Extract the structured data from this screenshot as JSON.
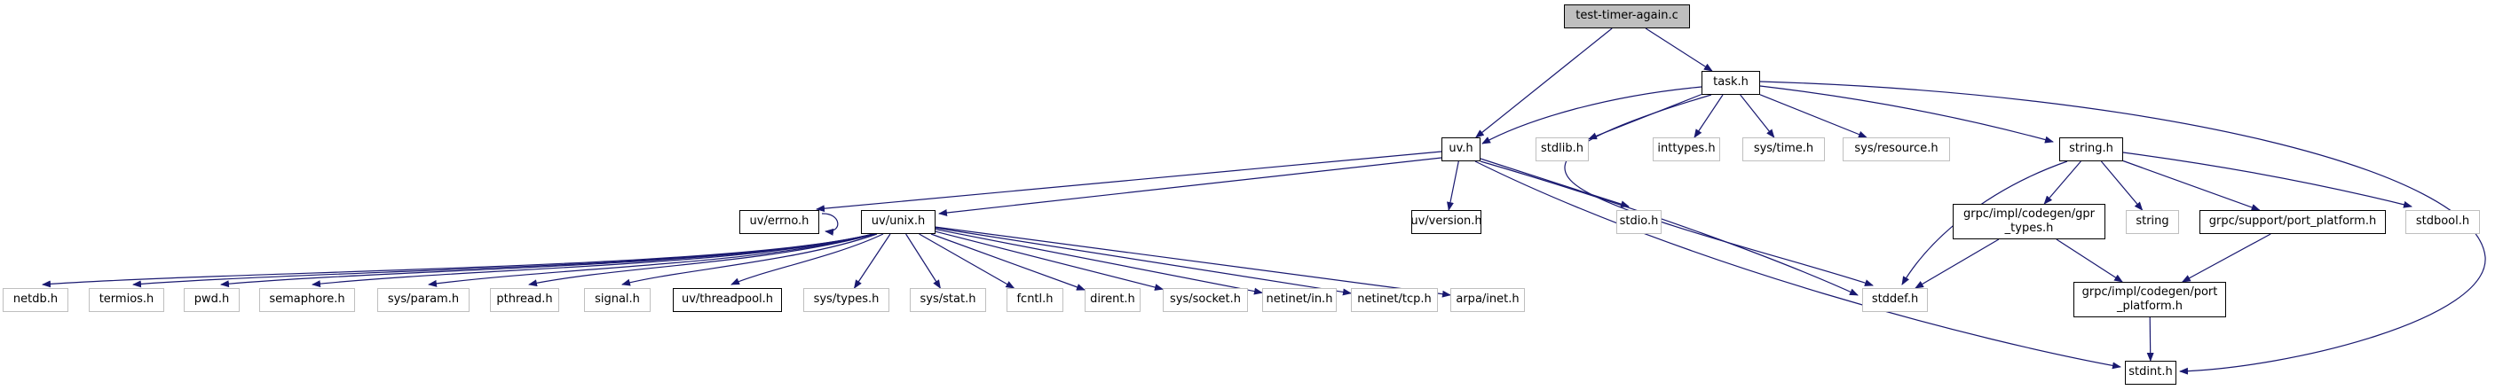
{
  "diagram": {
    "type": "doxygen-include-graph",
    "root": "test-timer-again.c",
    "colors": {
      "edge": "#191970",
      "root_fill": "#bfbfbf",
      "documented_border": "#000000",
      "plain_border": "#bfbfbf",
      "background": "#ffffff"
    },
    "nodes": [
      {
        "id": "test-timer-again-c",
        "label": "test-timer-again.c",
        "style": "root"
      },
      {
        "id": "task-h",
        "label": "task.h",
        "style": "doc"
      },
      {
        "id": "uv-h",
        "label": "uv.h",
        "style": "doc"
      },
      {
        "id": "stdlib-h",
        "label": "stdlib.h",
        "style": "plain"
      },
      {
        "id": "inttypes-h",
        "label": "inttypes.h",
        "style": "plain"
      },
      {
        "id": "sys-time-h",
        "label": "sys/time.h",
        "style": "plain"
      },
      {
        "id": "sys-resource-h",
        "label": "sys/resource.h",
        "style": "plain"
      },
      {
        "id": "string-h",
        "label": "string.h",
        "style": "doc"
      },
      {
        "id": "uv-errno-h",
        "label": "uv/errno.h",
        "style": "doc"
      },
      {
        "id": "uv-unix-h",
        "label": "uv/unix.h",
        "style": "doc"
      },
      {
        "id": "uv-version-h",
        "label": "uv/version.h",
        "style": "doc"
      },
      {
        "id": "stdio-h",
        "label": "stdio.h",
        "style": "plain"
      },
      {
        "id": "gpr-types-h",
        "label": "grpc/impl/codegen/gpr\n_types.h",
        "style": "doc"
      },
      {
        "id": "string",
        "label": "string",
        "style": "plain"
      },
      {
        "id": "support-port-platform-h",
        "label": "grpc/support/port_platform.h",
        "style": "doc"
      },
      {
        "id": "stdbool-h",
        "label": "stdbool.h",
        "style": "plain"
      },
      {
        "id": "netdb-h",
        "label": "netdb.h",
        "style": "plain"
      },
      {
        "id": "termios-h",
        "label": "termios.h",
        "style": "plain"
      },
      {
        "id": "pwd-h",
        "label": "pwd.h",
        "style": "plain"
      },
      {
        "id": "semaphore-h",
        "label": "semaphore.h",
        "style": "plain"
      },
      {
        "id": "sys-param-h",
        "label": "sys/param.h",
        "style": "plain"
      },
      {
        "id": "pthread-h",
        "label": "pthread.h",
        "style": "plain"
      },
      {
        "id": "signal-h",
        "label": "signal.h",
        "style": "plain"
      },
      {
        "id": "uv-threadpool-h",
        "label": "uv/threadpool.h",
        "style": "doc"
      },
      {
        "id": "sys-types-h",
        "label": "sys/types.h",
        "style": "plain"
      },
      {
        "id": "sys-stat-h",
        "label": "sys/stat.h",
        "style": "plain"
      },
      {
        "id": "fcntl-h",
        "label": "fcntl.h",
        "style": "plain"
      },
      {
        "id": "dirent-h",
        "label": "dirent.h",
        "style": "plain"
      },
      {
        "id": "sys-socket-h",
        "label": "sys/socket.h",
        "style": "plain"
      },
      {
        "id": "netinet-in-h",
        "label": "netinet/in.h",
        "style": "plain"
      },
      {
        "id": "netinet-tcp-h",
        "label": "netinet/tcp.h",
        "style": "plain"
      },
      {
        "id": "arpa-inet-h",
        "label": "arpa/inet.h",
        "style": "plain"
      },
      {
        "id": "stddef-h",
        "label": "stddef.h",
        "style": "plain"
      },
      {
        "id": "codegen-port-platform-h",
        "label": "grpc/impl/codegen/port\n_platform.h",
        "style": "doc"
      },
      {
        "id": "stdint-h",
        "label": "stdint.h",
        "style": "doc"
      }
    ],
    "edges": [
      {
        "from": "test-timer-again-c",
        "to": "task-h"
      },
      {
        "from": "test-timer-again-c",
        "to": "uv-h"
      },
      {
        "from": "task-h",
        "to": "uv-h"
      },
      {
        "from": "task-h",
        "to": "stdlib-h"
      },
      {
        "from": "task-h",
        "to": "inttypes-h"
      },
      {
        "from": "task-h",
        "to": "sys-time-h"
      },
      {
        "from": "task-h",
        "to": "sys-resource-h"
      },
      {
        "from": "task-h",
        "to": "string-h"
      },
      {
        "from": "task-h",
        "to": "stddef-h"
      },
      {
        "from": "task-h",
        "to": "stdint-h"
      },
      {
        "from": "uv-h",
        "to": "uv-errno-h"
      },
      {
        "from": "uv-h",
        "to": "uv-version-h"
      },
      {
        "from": "uv-h",
        "to": "uv-unix-h"
      },
      {
        "from": "uv-h",
        "to": "stdio-h"
      },
      {
        "from": "uv-h",
        "to": "stddef-h"
      },
      {
        "from": "uv-h",
        "to": "stdint-h"
      },
      {
        "from": "uv-errno-h",
        "to": "uv-errno-h"
      },
      {
        "from": "uv-unix-h",
        "to": "netdb-h"
      },
      {
        "from": "uv-unix-h",
        "to": "termios-h"
      },
      {
        "from": "uv-unix-h",
        "to": "pwd-h"
      },
      {
        "from": "uv-unix-h",
        "to": "semaphore-h"
      },
      {
        "from": "uv-unix-h",
        "to": "sys-param-h"
      },
      {
        "from": "uv-unix-h",
        "to": "pthread-h"
      },
      {
        "from": "uv-unix-h",
        "to": "signal-h"
      },
      {
        "from": "uv-unix-h",
        "to": "uv-threadpool-h"
      },
      {
        "from": "uv-unix-h",
        "to": "sys-types-h"
      },
      {
        "from": "uv-unix-h",
        "to": "sys-stat-h"
      },
      {
        "from": "uv-unix-h",
        "to": "fcntl-h"
      },
      {
        "from": "uv-unix-h",
        "to": "dirent-h"
      },
      {
        "from": "uv-unix-h",
        "to": "sys-socket-h"
      },
      {
        "from": "uv-unix-h",
        "to": "netinet-in-h"
      },
      {
        "from": "uv-unix-h",
        "to": "netinet-tcp-h"
      },
      {
        "from": "uv-unix-h",
        "to": "arpa-inet-h"
      },
      {
        "from": "string-h",
        "to": "gpr-types-h"
      },
      {
        "from": "string-h",
        "to": "string"
      },
      {
        "from": "string-h",
        "to": "support-port-platform-h"
      },
      {
        "from": "string-h",
        "to": "stdbool-h"
      },
      {
        "from": "string-h",
        "to": "stddef-h"
      },
      {
        "from": "gpr-types-h",
        "to": "stddef-h"
      },
      {
        "from": "gpr-types-h",
        "to": "codegen-port-platform-h"
      },
      {
        "from": "support-port-platform-h",
        "to": "codegen-port-platform-h"
      },
      {
        "from": "codegen-port-platform-h",
        "to": "stdint-h"
      }
    ]
  }
}
